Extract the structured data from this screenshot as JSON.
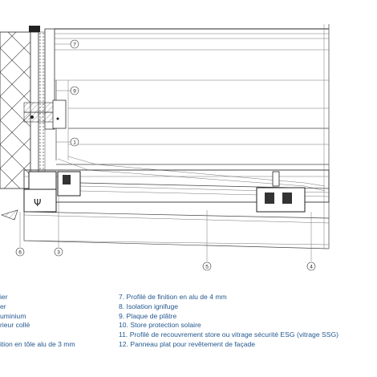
{
  "callouts": [
    "7",
    "9",
    "1",
    "6",
    "3",
    "5",
    "4"
  ],
  "legend_left": [
    "ier",
    "er",
    "uminium",
    "rieur collé",
    "ition en tôle alu de 3 mm"
  ],
  "legend_right": [
    "7. Profilé de finition en alu de 4 mm",
    "8. Isolation ignifuge",
    "9. Plaque de plâtre",
    "10. Store protection solaire",
    "11. Profilé de recouvrement store ou vitrage sécurité ESG (vitrage SSG)",
    "12. Panneau plat pour revêtement de façade"
  ],
  "colors": {
    "line": "#333333",
    "legend_text": "#24588f",
    "insulation": "#ffffff"
  }
}
